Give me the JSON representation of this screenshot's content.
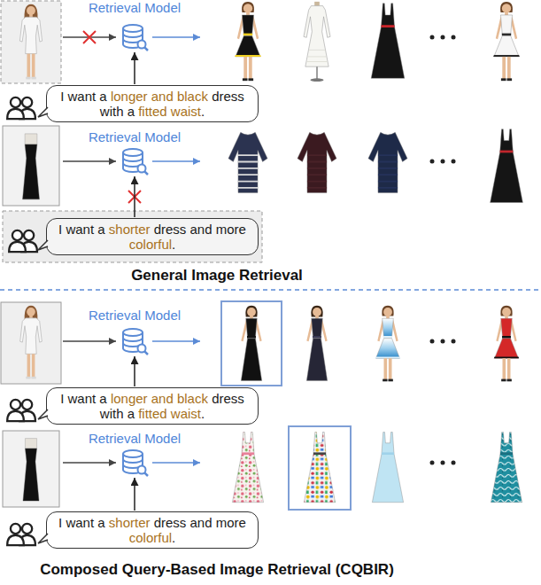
{
  "diagram": {
    "nodes": [
      {
        "text": [
          "Retrieval Model"
        ]
      },
      {
        "text": [
          "I want a longer and black dress with a fitted waist."
        ]
      },
      {
        "text": [
          "Retrieval Model"
        ]
      },
      {
        "text": [
          "I want a shorter dress and more colorful."
        ]
      },
      {
        "text": [
          "Retrieval Model"
        ]
      },
      {
        "text": [
          "I want a longer and black dress with a fitted waist."
        ]
      },
      {
        "text": [
          "Retrieval Model"
        ]
      },
      {
        "text": [
          "I want a shorter dress and more colorful."
        ]
      }
    ],
    "edges": [
      {
        "from": 1,
        "to": 0,
        "arrow": "to"
      },
      {
        "from": 3,
        "to": 2,
        "arrow": "to"
      },
      {
        "from": 5,
        "to": 4,
        "arrow": "to"
      },
      {
        "from": 7,
        "to": 6,
        "arrow": "to"
      }
    ],
    "labels": [
      "General Image Retrieval",
      "Composed Query-Based Image Retrieval (CQBIR)"
    ]
  }
}
